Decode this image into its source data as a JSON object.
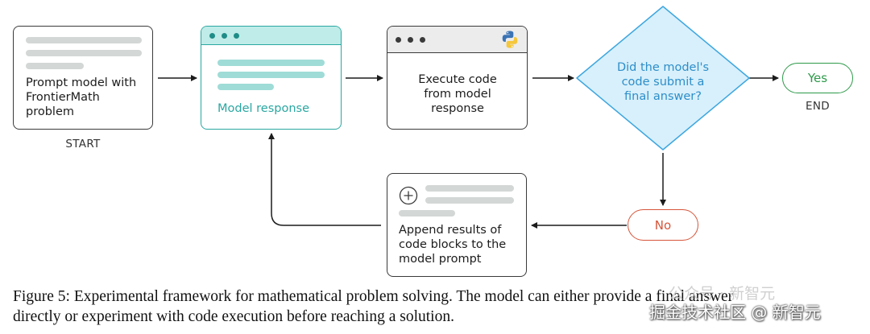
{
  "nodes": {
    "prompt": {
      "text": "Prompt model with FrontierMath problem"
    },
    "start_label": "START",
    "response": {
      "text": "Model response"
    },
    "execute": {
      "text": "Execute code from model response"
    },
    "decision": {
      "text": "Did the model's code submit a final answer?"
    },
    "yes": {
      "text": "Yes"
    },
    "end_label": "END",
    "no": {
      "text": "No"
    },
    "append": {
      "text": "Append results of code blocks to the model prompt"
    }
  },
  "icons": {
    "python": "python-logo-icon",
    "plus": "plus-circle-icon"
  },
  "colors": {
    "teal": "#2aa7a1",
    "decision_fill": "#d8f0fb",
    "decision_stroke": "#3ea7e0",
    "decision_text": "#2d8ec9",
    "yes": "#2e9a4a",
    "no": "#d6553a"
  },
  "caption": {
    "line1": "Figure 5: Experimental framework for mathematical problem solving. The model can either provide a final answer",
    "line2": "directly or experiment with code execution before reaching a solution."
  },
  "watermark": {
    "line1": "公众号 · 新智元",
    "line2": "掘金技术社区 @ 新智元"
  }
}
